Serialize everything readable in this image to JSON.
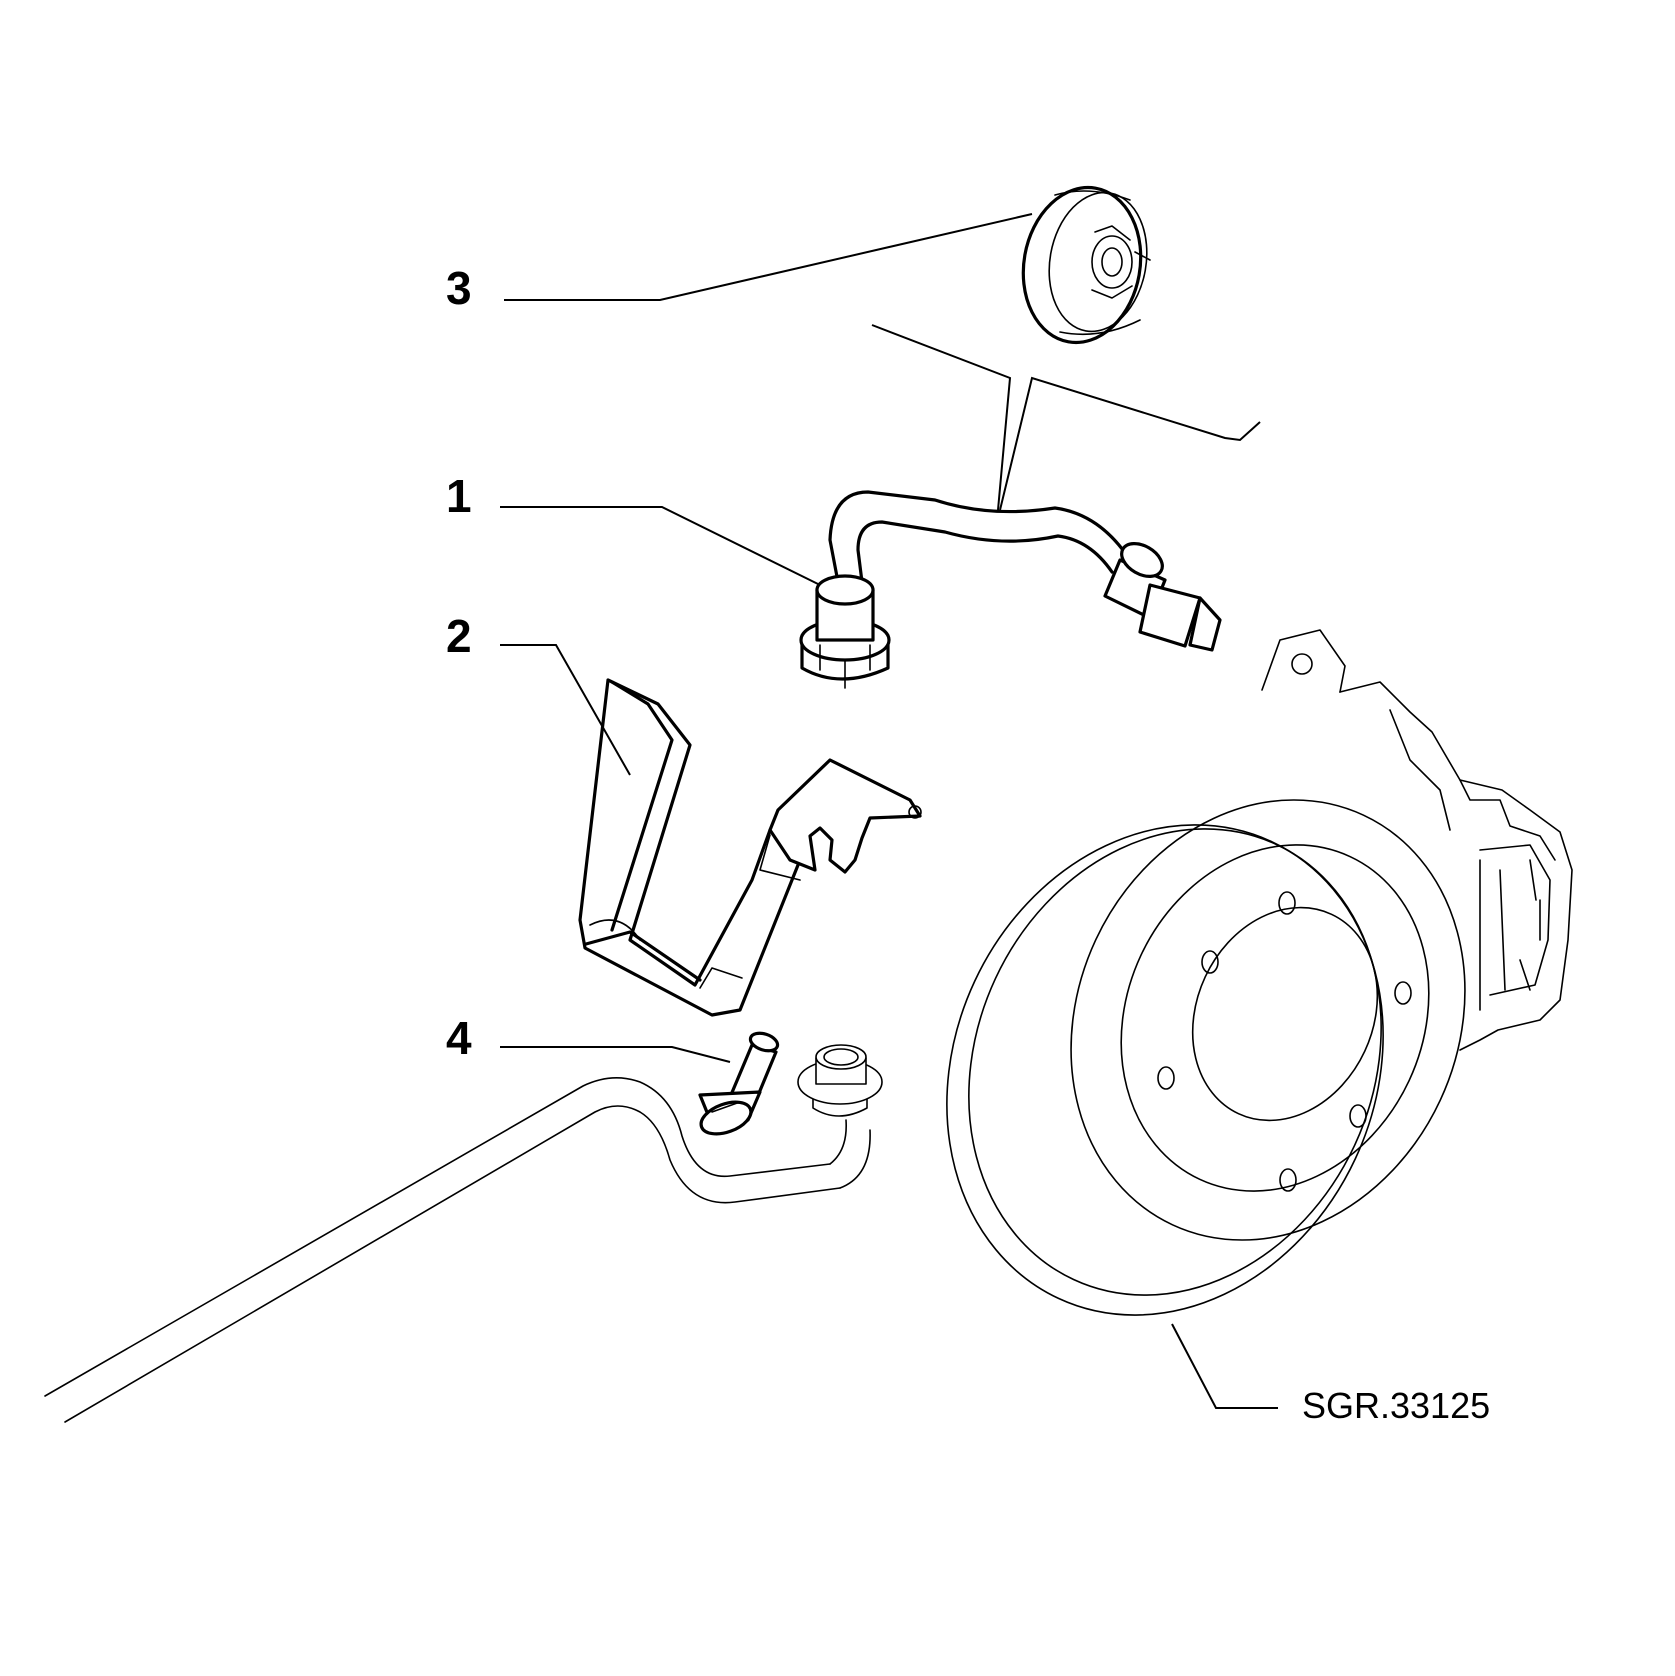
{
  "callouts": [
    {
      "id": "1",
      "label": "1"
    },
    {
      "id": "2",
      "label": "2"
    },
    {
      "id": "3",
      "label": "3"
    },
    {
      "id": "4",
      "label": "4"
    }
  ],
  "reference_code": "SGR.33125"
}
